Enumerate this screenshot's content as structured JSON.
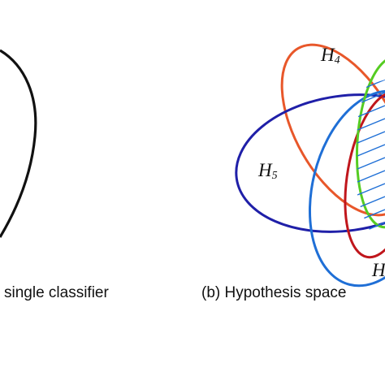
{
  "left_panel": {
    "caption": "single classifier"
  },
  "right_panel": {
    "caption": "(b) Hypothesis space",
    "hypotheses": [
      {
        "id": "h4",
        "letter": "H",
        "subscript": "4",
        "color": "#e8572a"
      },
      {
        "id": "h5",
        "letter": "H",
        "subscript": "5",
        "color": "#1f1fa8"
      },
      {
        "id": "h-partial",
        "letter": "H",
        "subscript": "",
        "color": "#1f6fd6"
      }
    ],
    "curve_colors": {
      "orange": "#e8572a",
      "navy": "#1f1fa8",
      "blue": "#1f6fd6",
      "red": "#c0161c",
      "green": "#55cc22",
      "hatch": "#1f6fd6",
      "black": "#111111"
    }
  }
}
